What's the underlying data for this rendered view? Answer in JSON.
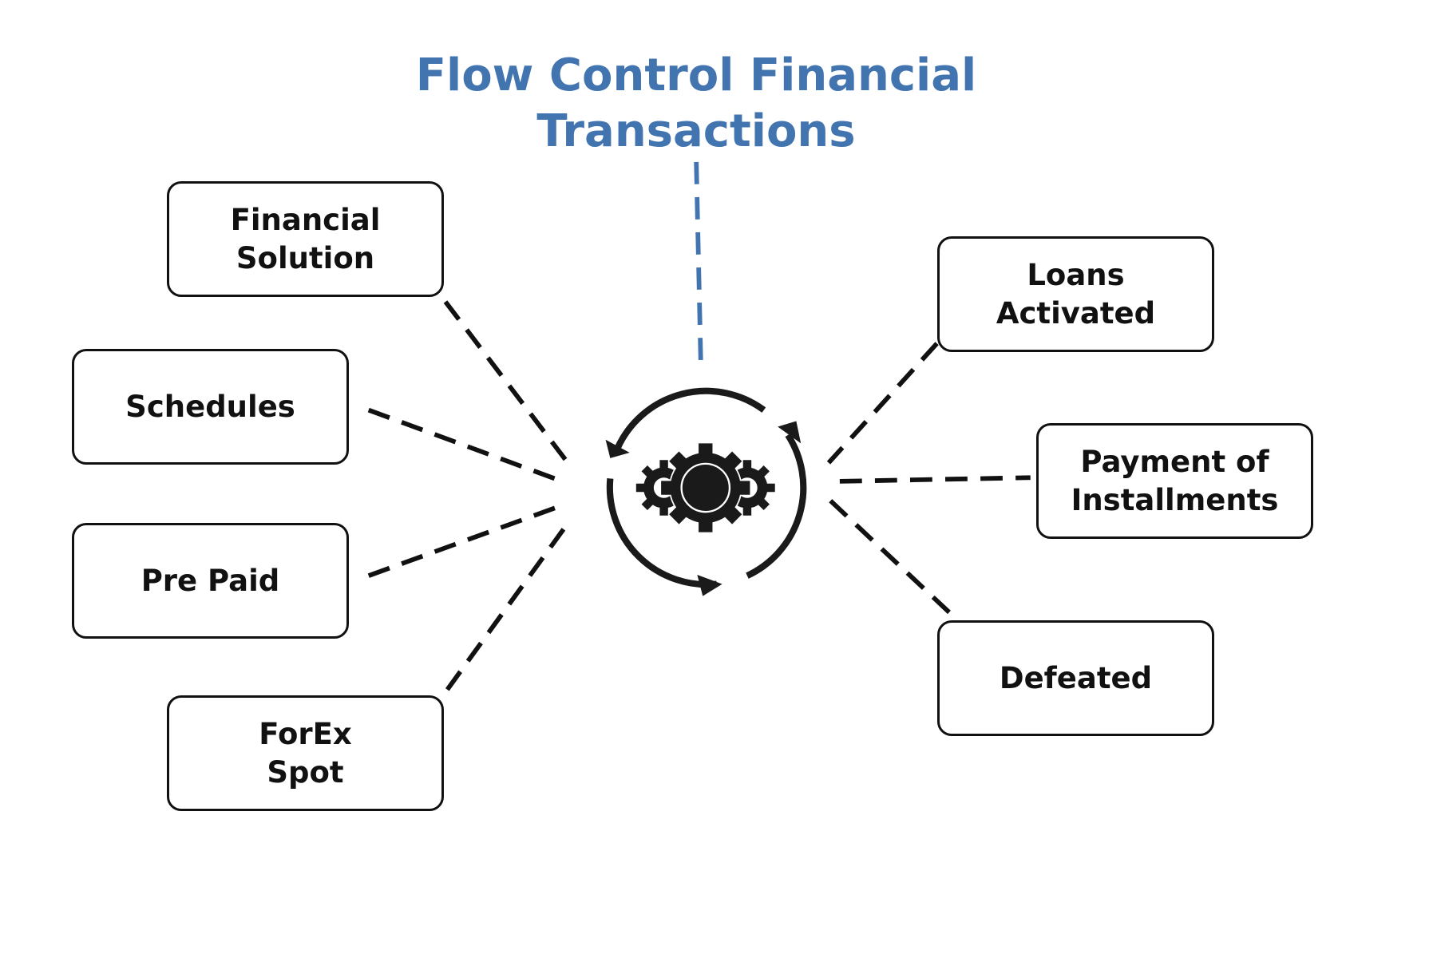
{
  "title": {
    "line1": "Flow Control Financial",
    "line2": "Transactions"
  },
  "center_icon": "gears-cycle-icon",
  "colors": {
    "title": "#4274b0",
    "lines": "#111111",
    "title_connector": "#4274b0"
  },
  "nodes": {
    "financial_solution": {
      "line1": "Financial",
      "line2": "Solution"
    },
    "schedules": {
      "line1": "Schedules"
    },
    "pre_paid": {
      "line1": "Pre Paid"
    },
    "forex_spot": {
      "line1": "ForEx",
      "line2": "Spot"
    },
    "loans_activated": {
      "line1": "Loans",
      "line2": "Activated"
    },
    "payment_installments": {
      "line1": "Payment of",
      "line2": "Installments"
    },
    "defeated": {
      "line1": "Defeated"
    }
  }
}
